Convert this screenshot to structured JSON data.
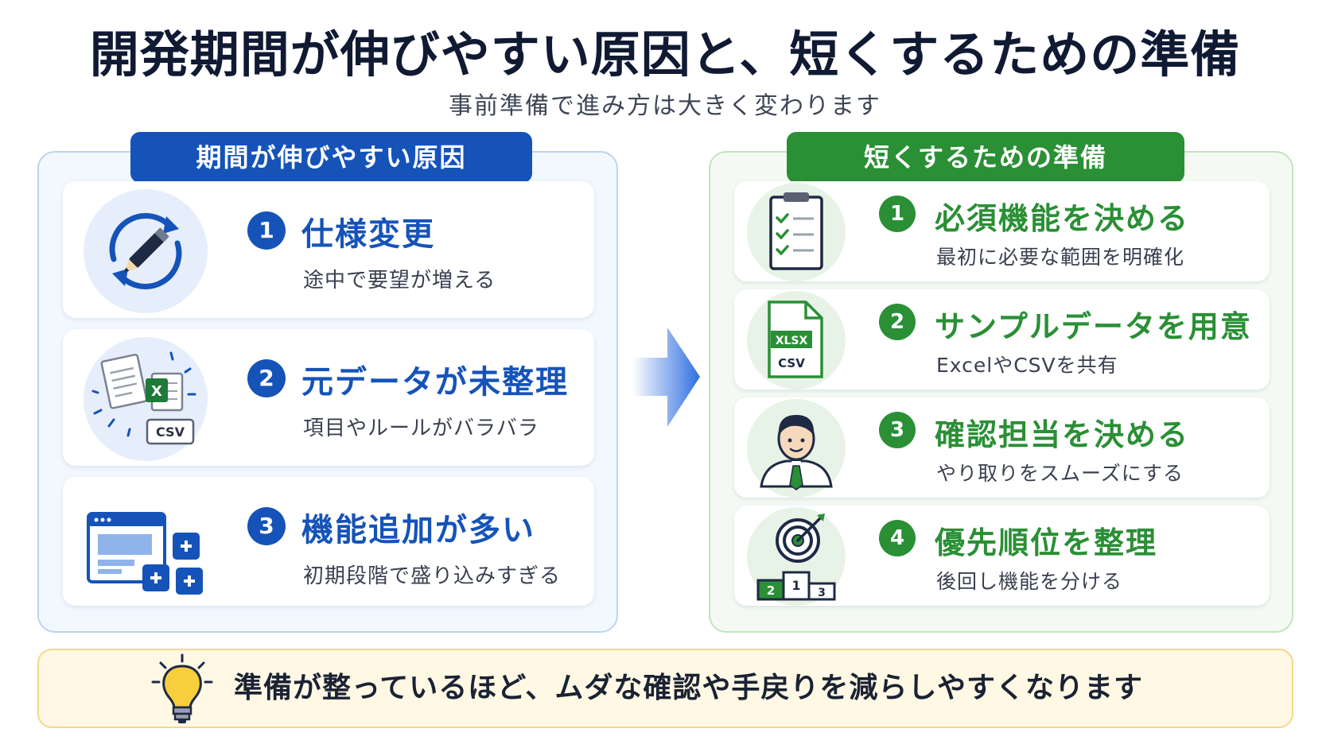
{
  "title": "開発期間が伸びやすい原因と、短くするための準備",
  "subtitle": "事前準備で進み方は大きく変わります",
  "left_panel": {
    "heading": "期間が伸びやすい原因",
    "items": [
      {
        "number": "1",
        "title": "仕様変更",
        "description": "途中で要望が増える",
        "icon": "refresh-pencil-icon"
      },
      {
        "number": "2",
        "title": "元データが未整理",
        "description": "項目やルールがバラバラ",
        "icon": "scattered-files-icon",
        "icon_label": "CSV"
      },
      {
        "number": "3",
        "title": "機能追加が多い",
        "description": "初期段階で盛り込みすぎる",
        "icon": "window-plus-icon"
      }
    ]
  },
  "right_panel": {
    "heading": "短くするための準備",
    "items": [
      {
        "number": "1",
        "title": "必須機能を決める",
        "description": "最初に必要な範囲を明確化",
        "icon": "checklist-clipboard-icon"
      },
      {
        "number": "2",
        "title": "サンプルデータを用意",
        "description": "ExcelやCSVを共有",
        "icon": "xlsx-csv-file-icon",
        "icon_labels": [
          "XLSX",
          "CSV"
        ]
      },
      {
        "number": "3",
        "title": "確認担当を決める",
        "description": "やり取りをスムーズにする",
        "icon": "person-icon"
      },
      {
        "number": "4",
        "title": "優先順位を整理",
        "description": "後回し機能を分ける",
        "icon": "target-podium-icon",
        "icon_labels": [
          "2",
          "1",
          "3"
        ]
      }
    ]
  },
  "footer": {
    "message": "準備が整っているほど、ムダな確認や手戻りを減らしやすくなります",
    "icon": "lightbulb-icon"
  },
  "colors": {
    "blue": "#1553b9",
    "green": "#2a8f35",
    "footer_bg": "#fef8e4"
  }
}
